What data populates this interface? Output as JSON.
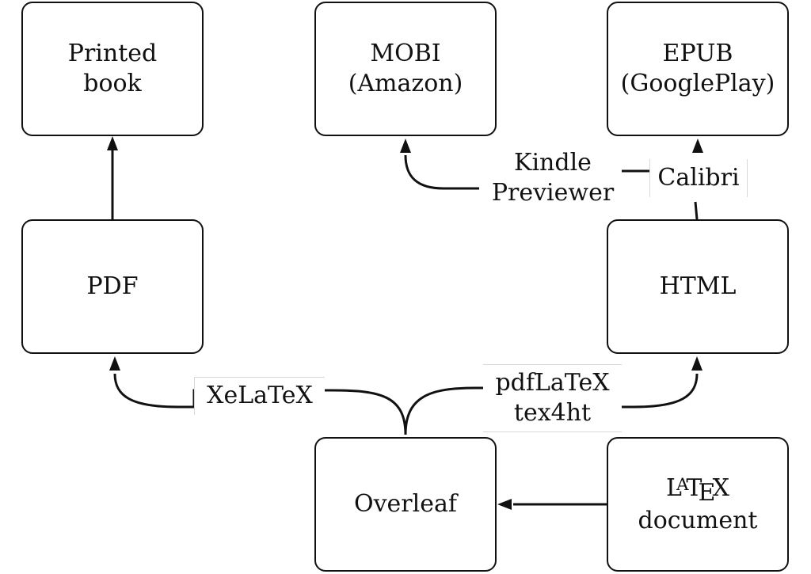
{
  "nodes": {
    "printed_book": {
      "line1": "Printed",
      "line2": "book"
    },
    "mobi": {
      "line1": "MOBI",
      "line2": "(Amazon)"
    },
    "epub": {
      "line1": "EPUB",
      "line2": "(GooglePlay)"
    },
    "pdf": {
      "label": "PDF"
    },
    "html": {
      "label": "HTML"
    },
    "overleaf": {
      "label": "Overleaf"
    },
    "latex_doc": {
      "logo": "LaTeX",
      "line2": "document"
    }
  },
  "edges": {
    "xelatex": "XeLaTeX",
    "pdflatex": "pdfLaTeX",
    "tex4ht": "tex4ht",
    "kindle_line1": "Kindle",
    "kindle_line2": "Previewer",
    "calibri": "Calibri"
  }
}
